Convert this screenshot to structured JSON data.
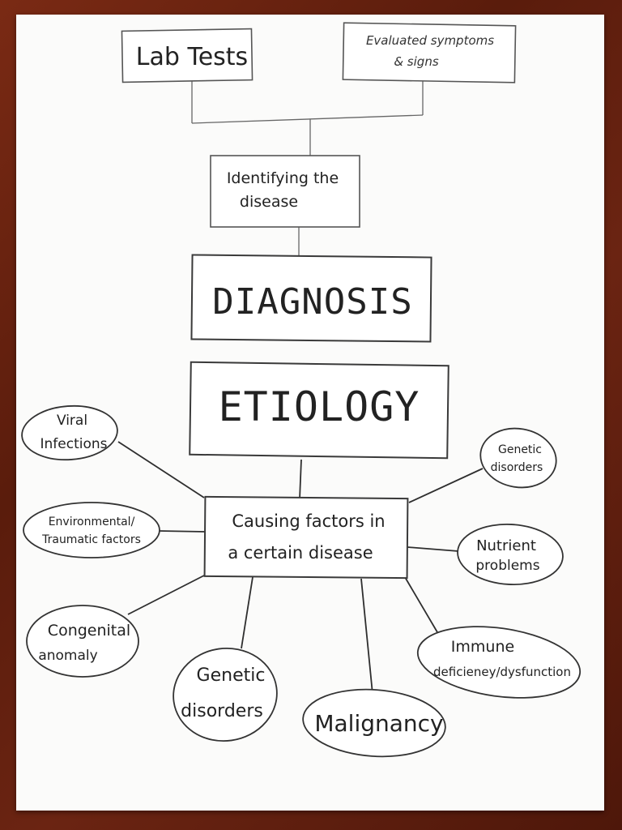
{
  "diagram": {
    "lab_tests": "Lab Tests",
    "symptoms": [
      "Evaluated symptoms",
      "& signs"
    ],
    "identifying": [
      "Identifying the",
      "disease"
    ],
    "diagnosis": "DIAGNOSIS",
    "etiology": "ETIOLOGY",
    "causing_factors": [
      "Causing factors in",
      "a certain disease"
    ],
    "factors": {
      "viral": [
        "Viral",
        "Infections"
      ],
      "environmental": [
        "Environmental/",
        "Traumatic factors"
      ],
      "congenital": [
        "Congenital",
        "anomaly"
      ],
      "genetic_bottom": [
        "Genetic",
        "disorders"
      ],
      "malignancy": "Malignancy",
      "immune": [
        "Immune",
        "deficieney/dysfunction"
      ],
      "nutrient": [
        "Nutrient",
        "problems"
      ],
      "genetic_right": [
        "Genetic",
        "disorders"
      ]
    }
  }
}
